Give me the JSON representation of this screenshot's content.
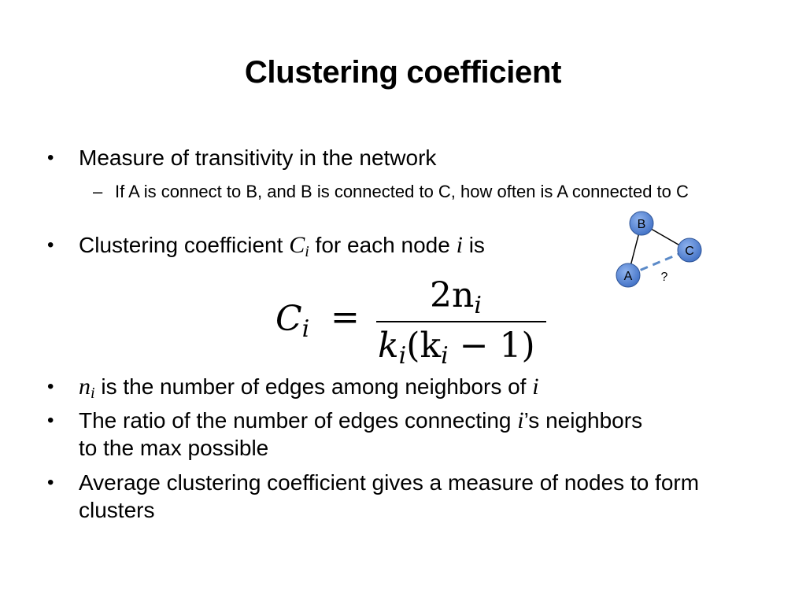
{
  "slide": {
    "title": "Clustering coefficient",
    "bullet1": "Measure of transitivity in the network",
    "bullet1_sub": "If A is connect to B, and B is connected to C, how often is A connected to C",
    "bullet2_pre": "Clustering coefficient ",
    "bullet2_var": "C",
    "bullet2_sub": "i",
    "bullet2_mid": " for each node ",
    "bullet2_node": "i",
    "bullet2_post": " is",
    "formula": {
      "lhs": "C",
      "lhs_sub": "i",
      "equals": "=",
      "numerator": "2n",
      "numerator_sub": "i",
      "den_k1": "k",
      "den_k1_sub": "i",
      "den_open": "(k",
      "den_k2_sub": "i",
      "den_rest": " − 1)"
    },
    "bullet3_var": "n",
    "bullet3_sub": "i",
    "bullet3_text": " is the number of edges among neighbors of ",
    "bullet3_node": "i",
    "bullet4_pre": "The ratio of the number of edges connecting ",
    "bullet4_node": "i",
    "bullet4_post": "’s neighbors to the max possible",
    "bullet5": "Average clustering coefficient gives a measure of nodes to form clusters",
    "bullet_symbol": "•",
    "dash_symbol": "–"
  },
  "graph": {
    "node_b": "B",
    "node_c": "C",
    "node_a": "A",
    "question": "?",
    "node_fill": "#4f81d6",
    "node_stroke": "#2f5597",
    "edge_dashed_color": "#5b8ac8"
  }
}
